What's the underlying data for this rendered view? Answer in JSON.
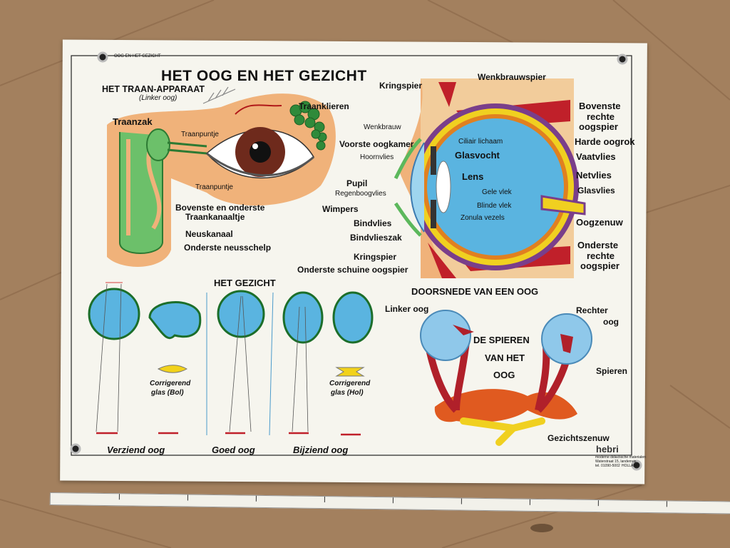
{
  "title": "HET OOG EN HET GEZICHT",
  "header_small": "OOG EN HET GEZICHT",
  "lacrimal": {
    "title": "HET TRAAN-APPARAAT",
    "subtitle": "(Linker oog)",
    "labels": {
      "traanzak": "Traanzak",
      "traanpuntje_top": "Traanpuntje",
      "traanpuntje_bottom": "Traanpuntje",
      "traanklieren": "Traanklieren",
      "kanaaltje_1": "Bovenste en onderste",
      "kanaaltje_2": "Traankanaaltje",
      "neuskanaal": "Neuskanaal",
      "neusschelp": "Onderste neusschelp"
    }
  },
  "cross_section": {
    "labels": {
      "kringspier_top": "Kringspier",
      "wenkbrauwspier": "Wenkbrauwspier",
      "wenkbrauw": "Wenkbrauw",
      "voorste_oogkamer": "Voorste oogkamer",
      "hoornvlies": "Hoornvlies",
      "ciliair": "Ciliair lichaam",
      "glasvocht": "Glasvocht",
      "lens": "Lens",
      "pupil": "Pupil",
      "regenboogvlies": "Regenboogvlies",
      "wimpers": "Wimpers",
      "gele_vlek": "Gele vlek",
      "blinde_vlek": "Blinde vlek",
      "zonula": "Zonula vezels",
      "bindvlies": "Bindvlies",
      "bindvlieszak": "Bindvlieszak",
      "kringspier_bottom": "Kringspier",
      "onderste_schuine": "Onderste schuine oogspier",
      "bovenste_rechte_1": "Bovenste",
      "bovenste_rechte_2": "rechte",
      "bovenste_rechte_3": "oogspier",
      "harde_oogrok": "Harde oogrok",
      "vaatvlies": "Vaatvlies",
      "netvlies": "Netvlies",
      "glasvlies": "Glasvlies",
      "oogzenuw": "Oogzenuw",
      "onderste_rechte_1": "Onderste",
      "onderste_rechte_2": "rechte",
      "onderste_rechte_3": "oogspier"
    },
    "caption": "DOORSNEDE VAN EEN OOG"
  },
  "vision": {
    "title": "HET GEZICHT",
    "bol_1": "Corrigerend",
    "bol_2": "glas (Bol)",
    "hol_1": "Corrigerend",
    "hol_2": "glas (Hol)",
    "verziend": "Verziend oog",
    "goed": "Goed oog",
    "bijziend": "Bijziend oog"
  },
  "muscles": {
    "linker": "Linker oog",
    "rechter_1": "Rechter",
    "rechter_2": "oog",
    "center_1": "DE SPIEREN",
    "center_2": "VAN HET",
    "center_3": "OOG",
    "spieren": "Spieren",
    "gezichtszenuw": "Gezichtszenuw"
  },
  "publisher": {
    "name": "hebri",
    "line1": "moderne didactische materialen",
    "line2": "Waterstraat 15, landerreis",
    "line3": "tel. 01090-5002",
    "line4": "HOLLAND"
  },
  "colors": {
    "skin": "#f0b27a",
    "eye_blue": "#5ab4e0",
    "muscle": "#c0202a",
    "nerve": "#f2d21a",
    "green": "#3f9a48",
    "floor": "#a07a57"
  }
}
